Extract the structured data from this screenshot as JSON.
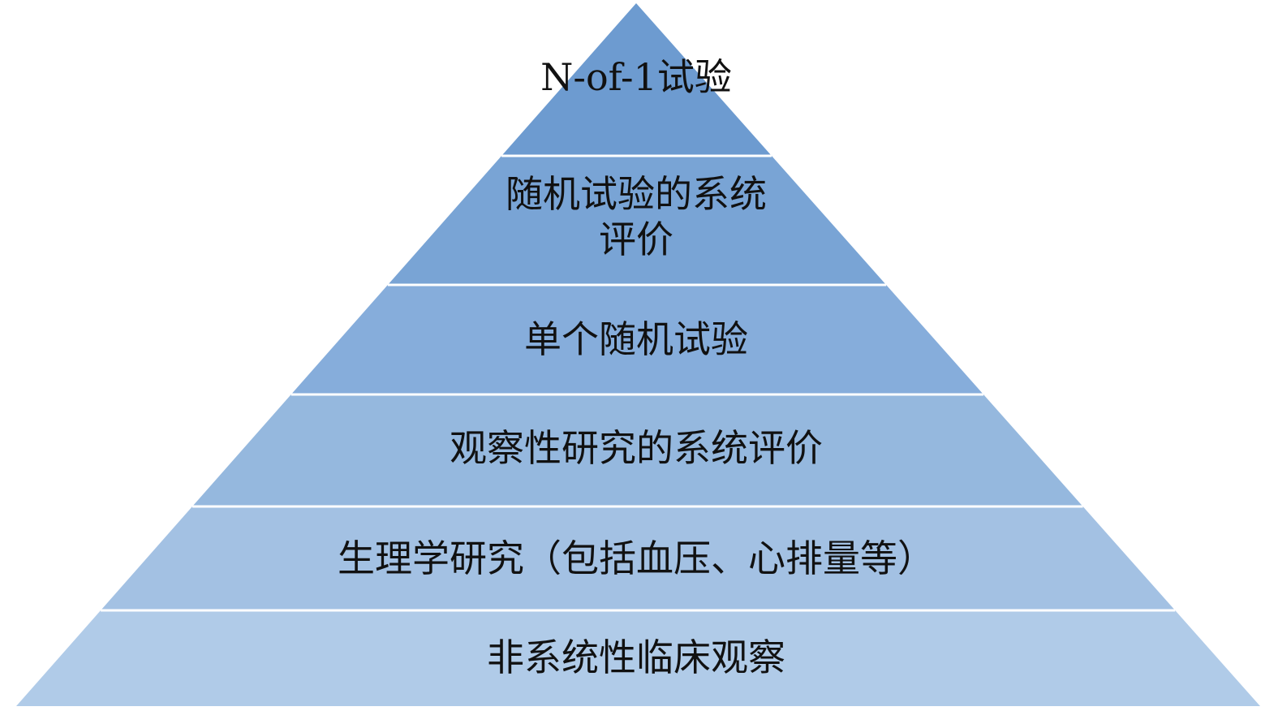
{
  "diagram": {
    "type": "pyramid",
    "tiers": [
      {
        "lines": [
          "N-of-1试验"
        ],
        "color": "#6d9bd0"
      },
      {
        "lines": [
          "随机试验的系统",
          "评价"
        ],
        "color": "#79a4d5"
      },
      {
        "lines": [
          "单个随机试验"
        ],
        "color": "#86addb"
      },
      {
        "lines": [
          "观察性研究的系统评价"
        ],
        "color": "#95b8de"
      },
      {
        "lines": [
          "生理学研究（包括血压、心排量等）"
        ],
        "color": "#a3c1e3"
      },
      {
        "lines": [
          "非系统性临床观察"
        ],
        "color": "#b0cbe8"
      }
    ],
    "separator_color": "#ffffff"
  }
}
